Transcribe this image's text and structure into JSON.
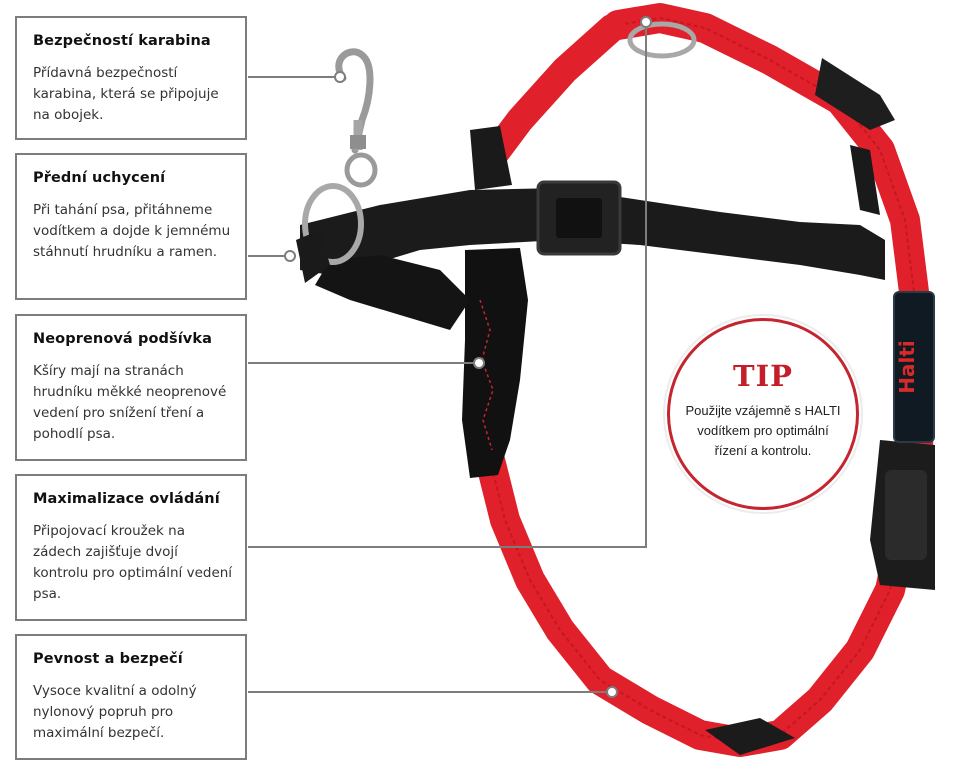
{
  "callouts": [
    {
      "title": "Bezpečností karabina",
      "text": "Přídavná bezpečností karabina, která se připojuje na obojek."
    },
    {
      "title": "Přední uchycení",
      "text": "Při tahání psa, přitáhneme vodítkem a dojde k jemnému stáhnutí hrudníku a ramen."
    },
    {
      "title": "Neoprenová podšívka",
      "text": "Kšíry mají na stranách hrudníku měkké neoprenové vedení pro snížení tření a pohodlí psa."
    },
    {
      "title": "Maximalizace ovládání",
      "text": "Připojovací kroužek na zádech zajišťuje dvojí kontrolu pro optimální vedení psa."
    },
    {
      "title": "Pevnost a bezpečí",
      "text": "Vysoce kvalitní a odolný nylonový popruh pro maximální bezpečí."
    }
  ],
  "tip": {
    "title": "TIP",
    "text": "Použijte vzájemně s HALTI vodítkem pro optimální řízení a kontrolu."
  },
  "brand_label": "Halti",
  "colors": {
    "strap_red": "#e0202a",
    "strap_black": "#1b1b1b",
    "leader_line": "#7d7d7d",
    "tip_red": "#c41e2a"
  }
}
